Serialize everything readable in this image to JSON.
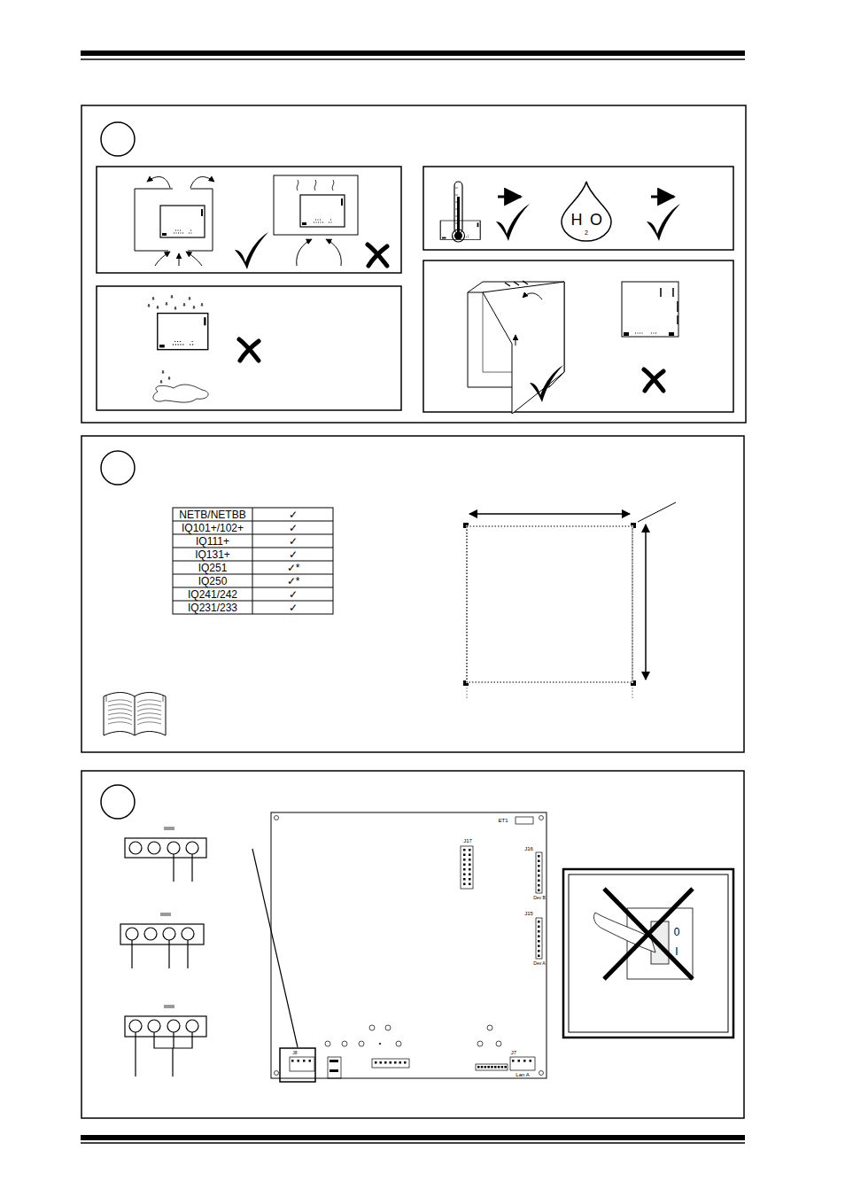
{
  "diagram": {
    "labels": [
      "H",
      "2",
      "O",
      "NETB/NETBB",
      "✓",
      "IQ101+/102+",
      "✓",
      "IQ111+",
      "✓",
      "IQ131+",
      "✓",
      "IQ251",
      "✓*",
      "IQ250",
      "✓*",
      "IQ241/242",
      "✓",
      "IQ231/233",
      "✓",
      "ET1",
      "J17",
      "J16",
      "Dev B",
      "J15",
      "Dev A",
      "J8",
      "J7",
      "Lan A",
      "0",
      "I"
    ]
  }
}
